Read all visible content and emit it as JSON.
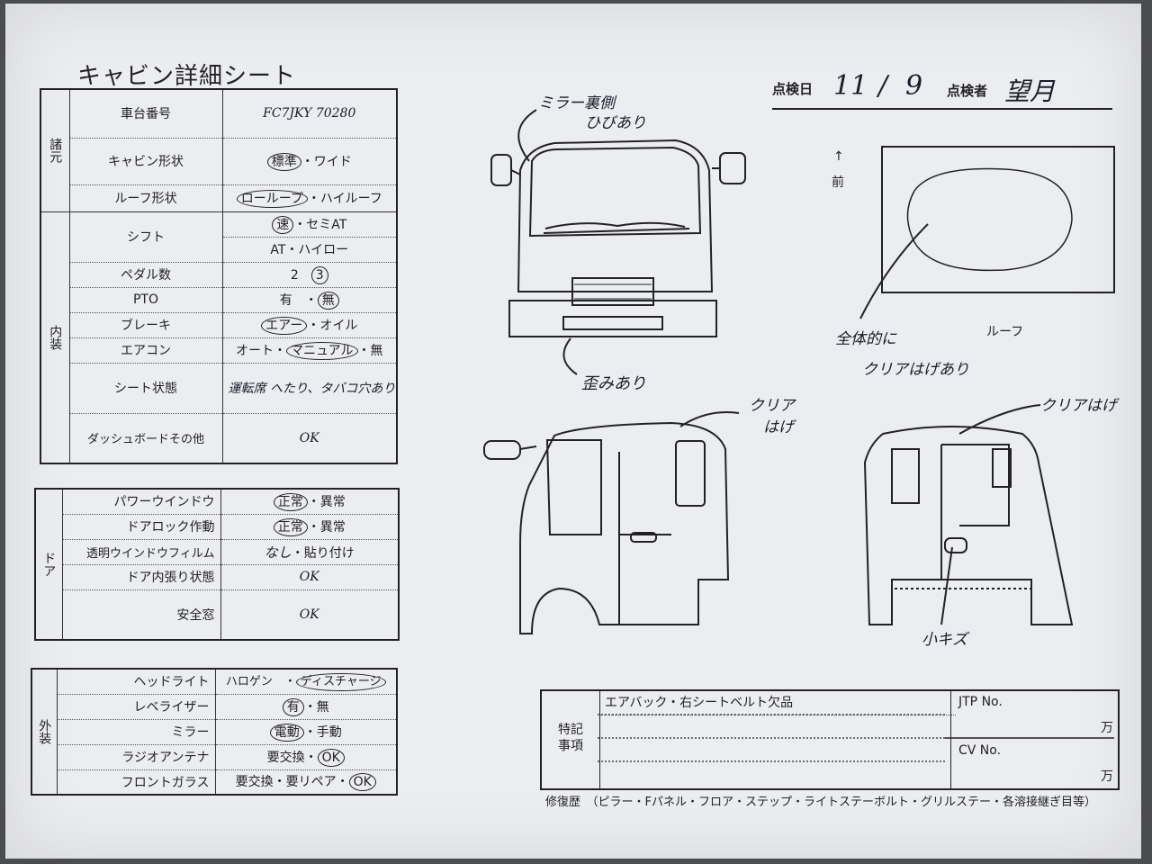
{
  "title": "キャビン詳細シート",
  "header": {
    "date_label": "点検日",
    "date_month": "11",
    "date_sep": "/",
    "date_day": "9",
    "inspector_label": "点検者",
    "inspector_name": "望月"
  },
  "spec": {
    "section": "諸元",
    "rows": [
      {
        "label": "車台番号",
        "value": "FC7JKY 70280"
      },
      {
        "label": "キャビン形状",
        "value_a": "標準",
        "value_b": "・ワイド"
      },
      {
        "label": "ルーフ形状",
        "value_a": "ローループ",
        "value_b": "・ハイルーフ"
      }
    ]
  },
  "interior": {
    "section": "内装",
    "rows": [
      {
        "label": "シフト",
        "value_a": "速",
        "value_b": "・セミAT",
        "value_c": "AT・ハイロー"
      },
      {
        "label": "ペダル数",
        "value_a": "2",
        "value_b": "3"
      },
      {
        "label": "PTO",
        "value_a": "有　・",
        "value_b": "無"
      },
      {
        "label": "ブレーキ",
        "value_a": "エアー",
        "value_b": "・オイル"
      },
      {
        "label": "エアコン",
        "value_a": "オート・",
        "value_b": "マニュアル",
        "value_c": "・無"
      },
      {
        "label": "シート状態",
        "value": "運転席 へたり、タバコ穴あり"
      },
      {
        "label": "ダッシュボードその他",
        "value": "OK"
      }
    ]
  },
  "door": {
    "section": "ドア",
    "rows": [
      {
        "label": "パワーウインドウ",
        "value_a": "正常",
        "value_b": "・異常"
      },
      {
        "label": "ドアロック作動",
        "value_a": "正常",
        "value_b": "・異常"
      },
      {
        "label": "透明ウインドウフィルム",
        "value_a": "なし",
        "value_b": "・貼り付け"
      },
      {
        "label": "ドア内張り状態",
        "value": "OK"
      },
      {
        "label": "安全窓",
        "value": "OK"
      }
    ]
  },
  "exterior": {
    "section": "外装",
    "rows": [
      {
        "label": "ヘッドライト",
        "value_a": "ハロゲン　・",
        "value_b": "ディスチャージ"
      },
      {
        "label": "レベライザー",
        "value_a": "有",
        "value_b": "・無"
      },
      {
        "label": "ミラー",
        "value_a": "電動",
        "value_b": "・手動"
      },
      {
        "label": "ラジオアンテナ",
        "value_a": "要交換・",
        "value_b": "OK"
      },
      {
        "label": "フロントガラス",
        "value_a": "要交換・要リペア・",
        "value_b": "OK"
      }
    ]
  },
  "diagram": {
    "front_note_1": "ミラー裏側",
    "front_note_2": "ひびあり",
    "front_note_3": "歪みあり",
    "front_arrow": "↑",
    "front_label": "前",
    "roof_label": "ルーフ",
    "roof_note_1": "全体的に",
    "roof_note_2": "クリアはげあり",
    "side_note_1": "クリア",
    "side_note_2": "はげ",
    "rear_note_1": "クリアはげ",
    "rear_note_2": "小キズ"
  },
  "notes": {
    "label": "特記事項",
    "line1": "エアバック・右シートベルト欠品",
    "jtp_label": "JTP No.",
    "cv_label": "CV No.",
    "man1": "万",
    "man2": "万",
    "repair_history": "修復歴　（ピラー・Fパネル・フロア・ステップ・ライトステーボルト・グリルステー・各溶接継ぎ目等）"
  }
}
